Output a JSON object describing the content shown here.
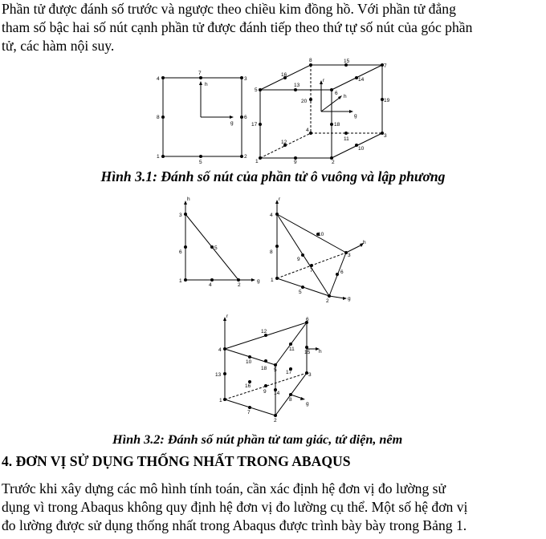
{
  "intro": {
    "lines": [
      "Phần tử được đánh số trước và ngược theo chiều kim đồng hồ. Với phần tử đẳng",
      "tham số bậc hai số nút cạnh phần tử được đánh tiếp theo thứ tự số nút của góc phần",
      "tử, các hàm nội suy."
    ]
  },
  "figure1": {
    "caption": "Hình 3.1: Đánh số nút của phần tử ô vuông và lập phương",
    "square": {
      "nodes": [
        "1",
        "2",
        "3",
        "4",
        "5",
        "6",
        "7",
        "8"
      ],
      "axes": [
        "g",
        "h"
      ]
    },
    "cube": {
      "nodes": [
        "1",
        "2",
        "3",
        "4",
        "5",
        "6",
        "7",
        "8",
        "9",
        "10",
        "11",
        "12",
        "13",
        "14",
        "15",
        "16",
        "17",
        "18",
        "19",
        "20"
      ],
      "axes": [
        "r",
        "g",
        "h"
      ]
    }
  },
  "figure2": {
    "caption": "Hình 3.2: Đánh số nút phần tử tam giác, tứ diện, nêm",
    "triangle": {
      "nodes": [
        "1",
        "2",
        "3",
        "4",
        "5",
        "6"
      ],
      "axes": [
        "g",
        "h"
      ]
    },
    "tetra": {
      "nodes": [
        "1",
        "2",
        "3",
        "4",
        "5",
        "6",
        "7",
        "8",
        "9",
        "10"
      ],
      "axes": [
        "r",
        "g",
        "h"
      ]
    },
    "wedge": {
      "nodes": [
        "1",
        "2",
        "3",
        "4",
        "5",
        "6",
        "7",
        "8",
        "9",
        "10",
        "11",
        "12",
        "13",
        "14",
        "15",
        "16",
        "17",
        "18"
      ],
      "axes": [
        "r",
        "g",
        "h"
      ]
    }
  },
  "section": {
    "heading": "4. ĐƠN VỊ SỬ DỤNG THỐNG NHẤT TRONG ABAQUS"
  },
  "body": {
    "lines": [
      "Trước khi xây dựng các mô hình tính toán, cần xác định hệ đơn vị đo lường sử",
      "dụng vì trong Abaqus không quy định hệ đơn vị đo lường cụ thể. Một số hệ đơn vị",
      "đo lường được sử dụng thống nhất trong Abaqus được trình bày bày trong Bảng 1."
    ]
  }
}
